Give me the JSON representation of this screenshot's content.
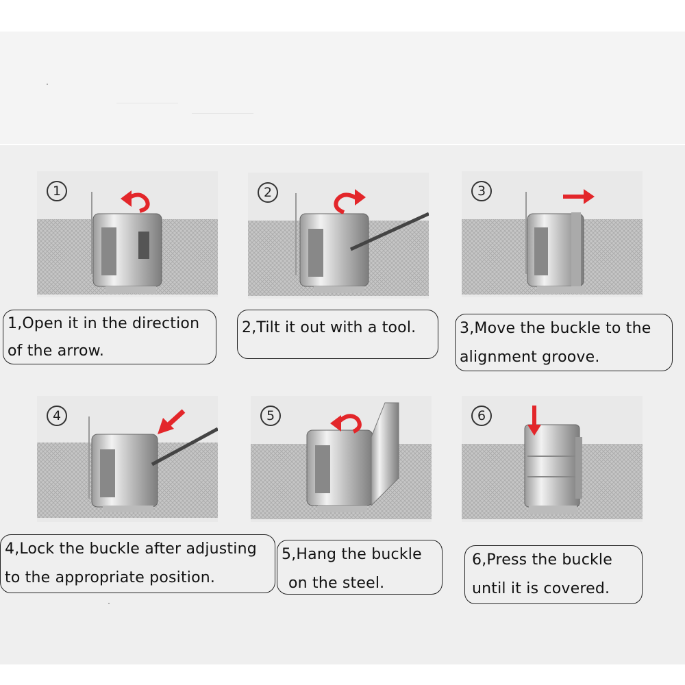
{
  "steps": [
    {
      "number": "1",
      "line1": "1,Open it in the direction",
      "line2": "of the arrow."
    },
    {
      "number": "2",
      "line1": "2,Tilt it out with a tool.",
      "line2": ""
    },
    {
      "number": "3",
      "line1": "3,Move the buckle to the",
      "line2": "alignment groove."
    },
    {
      "number": "4",
      "line1": "4,Lock the buckle after adjusting",
      "line2": "to the appropriate position."
    },
    {
      "number": "5",
      "line1": "5,Hang the buckle",
      "line2": "on the steel."
    },
    {
      "number": "6",
      "line1": "6,Press the buckle",
      "line2": "until it is covered."
    }
  ],
  "colors": {
    "arrow": "#e3262a",
    "mesh": "#b9b9b9",
    "metal": "#cfcfcf",
    "outline": "#222222"
  },
  "icons": [
    "curved-arrow-left-icon",
    "curved-arrow-right-icon",
    "arrow-right-icon",
    "arrow-down-left-icon",
    "curved-arrow-left-icon",
    "arrow-down-icon"
  ]
}
